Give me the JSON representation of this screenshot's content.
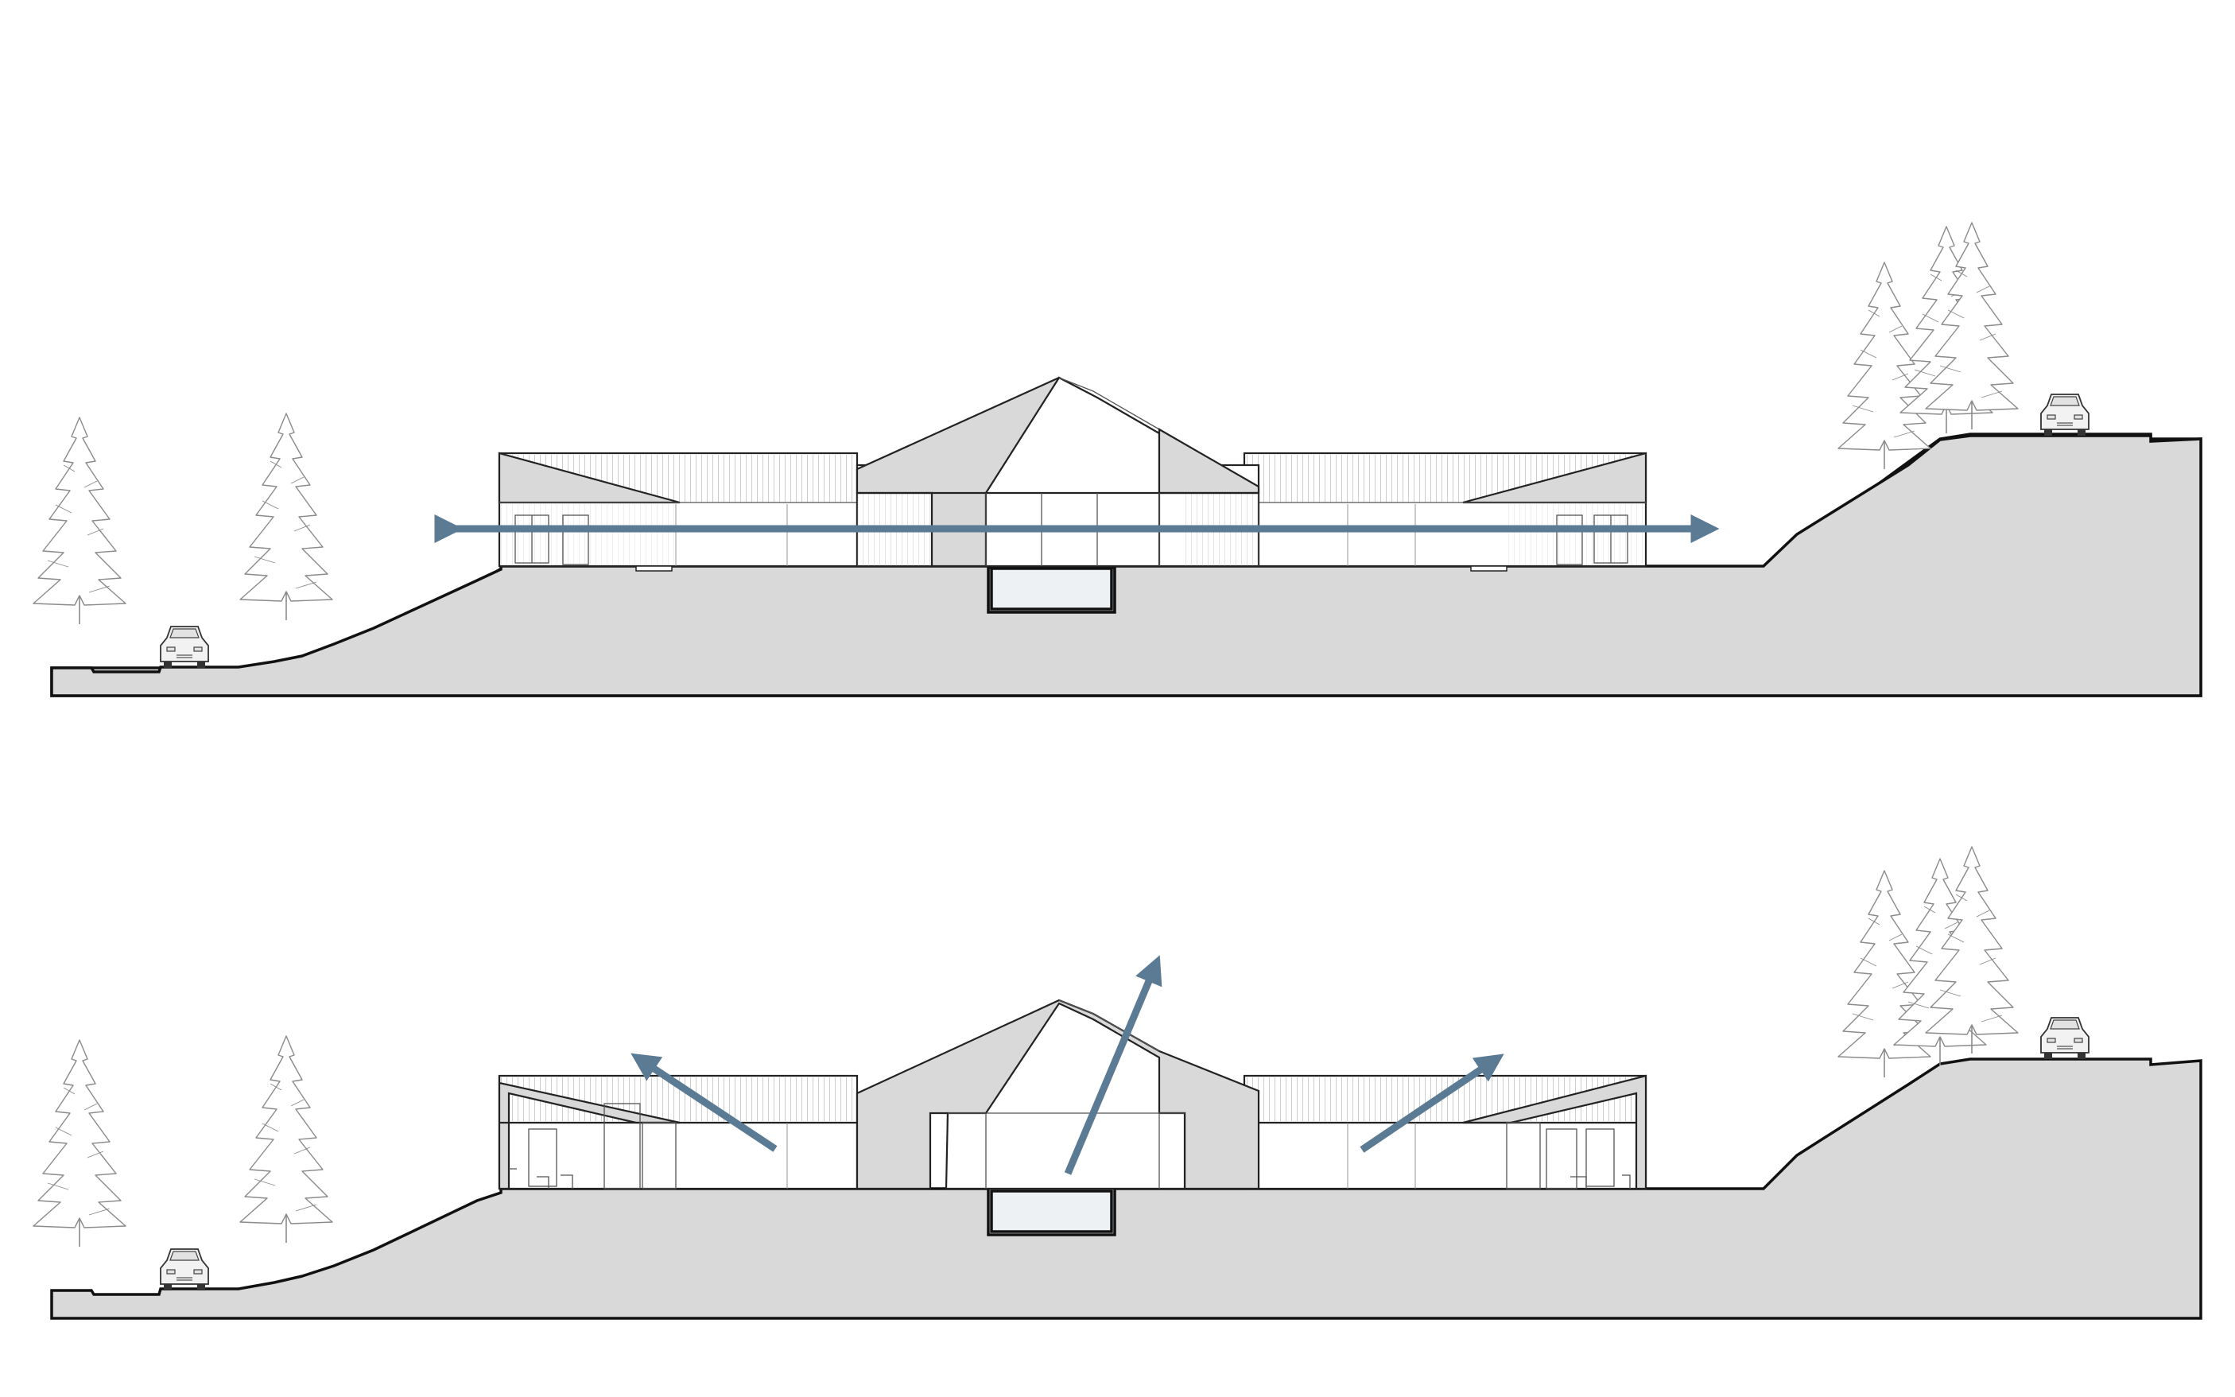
{
  "flow_arrow_color": "#5b7a94",
  "ground_fill": "#d9d9d9",
  "sections": [
    {
      "name": "upper-section",
      "arrows": "horizontal-cross-ventilation"
    },
    {
      "name": "lower-section",
      "arrows": "stack-ventilation-upward"
    }
  ]
}
